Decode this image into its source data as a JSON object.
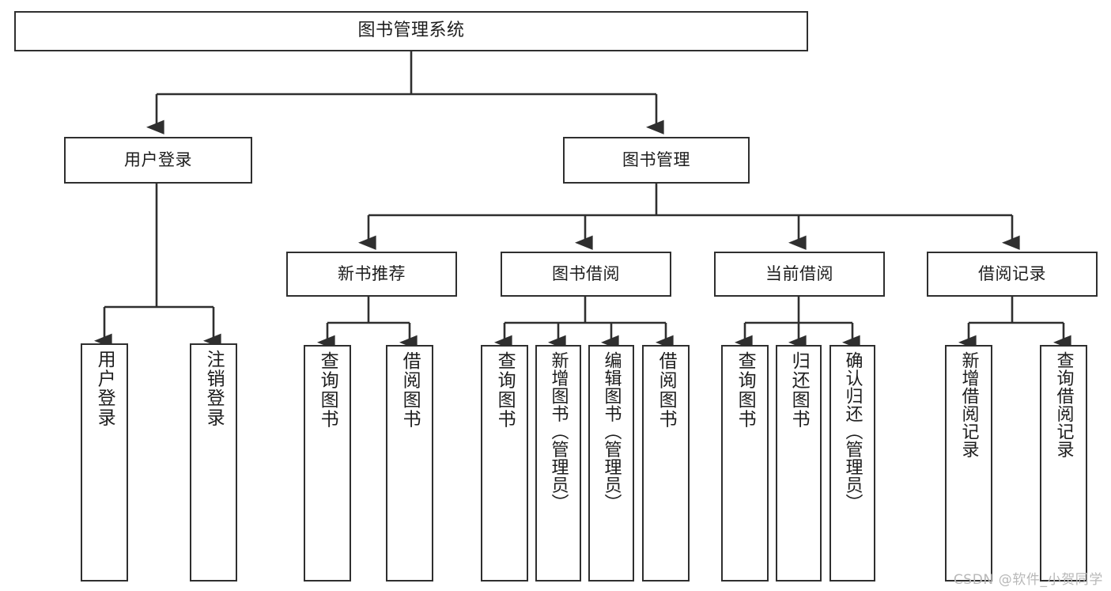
{
  "diagram": {
    "title": "图书管理系统",
    "type": "tree-hierarchy-diagram",
    "colors": {
      "background": "#ffffff",
      "node_border": "#2f2f2f",
      "node_fill": "#ffffff",
      "text": "#1d1d1d",
      "edge": "#2f2f2f",
      "watermark": "#b8b8b8"
    },
    "nodes": {
      "root": {
        "label": "图书管理系统"
      },
      "level2": [
        {
          "label": "用户登录"
        },
        {
          "label": "图书管理"
        }
      ],
      "level3": [
        {
          "label": "新书推荐"
        },
        {
          "label": "图书借阅"
        },
        {
          "label": "当前借阅"
        },
        {
          "label": "借阅记录"
        }
      ],
      "leaves_user_login": [
        {
          "label": "用户登录"
        },
        {
          "label": "注销登录"
        }
      ],
      "leaves_new_book": [
        {
          "label": "查询图书"
        },
        {
          "label": "借阅图书"
        }
      ],
      "leaves_borrow": [
        {
          "label": "查询图书"
        },
        {
          "label": "新增图书（管理员）"
        },
        {
          "label": "编辑图书（管理员）"
        },
        {
          "label": "借阅图书"
        }
      ],
      "leaves_current": [
        {
          "label": "查询图书"
        },
        {
          "label": "归还图书"
        },
        {
          "label": "确认归还（管理员）"
        }
      ],
      "leaves_record": [
        {
          "label": "新增借阅记录"
        },
        {
          "label": "查询借阅记录"
        }
      ]
    },
    "watermark": "CSDN @软件_小贺同学"
  }
}
